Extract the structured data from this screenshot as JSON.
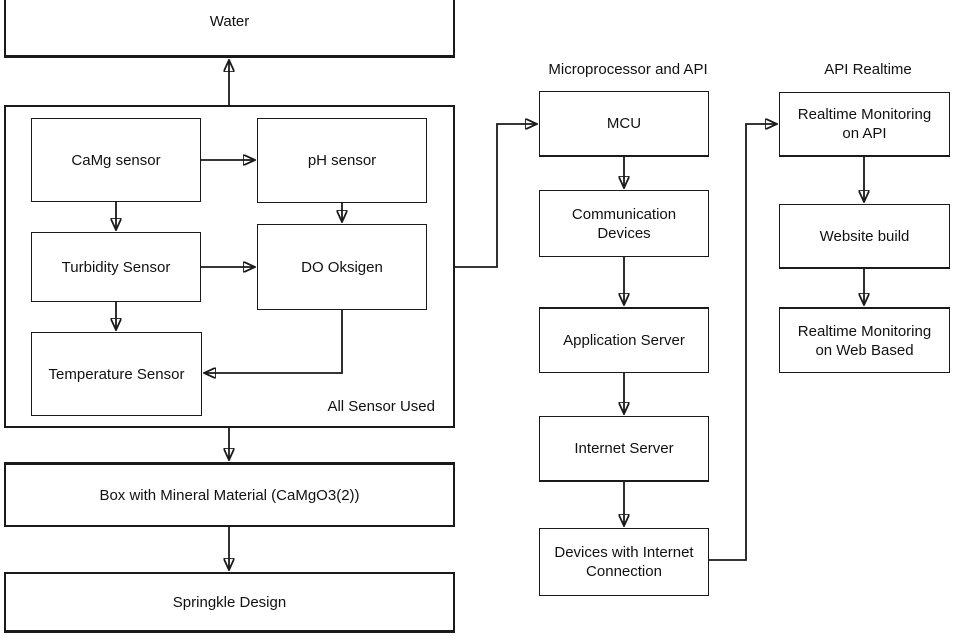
{
  "diagram": {
    "titles": {
      "middle_column": "Microprocessor and API",
      "right_column": "API Realtime"
    },
    "nodes": {
      "water": "Water",
      "camg_sensor": "CaMg sensor",
      "ph_sensor": "pH sensor",
      "turbidity_sensor": "Turbidity Sensor",
      "do_oksigen": "DO Oksigen",
      "temperature_sensor": "Temperature Sensor",
      "sensor_group_caption": "All Sensor Used",
      "mineral_box": "Box with Mineral Material (CaMgO3(2))",
      "springkle_design": "Springkle Design",
      "mcu": "MCU",
      "communication_devices": "Communication Devices",
      "application_server": "Application Server",
      "internet_server": "Internet Server",
      "devices_with_internet": "Devices with Internet Connection",
      "realtime_monitoring_api": "Realtime Monitoring on API",
      "website_build": "Website build",
      "realtime_monitoring_web": "Realtime Monitoring on Web Based"
    },
    "edges": [
      {
        "from": "sensor_group",
        "to": "water"
      },
      {
        "from": "camg_sensor",
        "to": "ph_sensor"
      },
      {
        "from": "camg_sensor",
        "to": "turbidity_sensor"
      },
      {
        "from": "ph_sensor",
        "to": "do_oksigen"
      },
      {
        "from": "turbidity_sensor",
        "to": "do_oksigen"
      },
      {
        "from": "turbidity_sensor",
        "to": "temperature_sensor"
      },
      {
        "from": "do_oksigen",
        "to": "temperature_sensor"
      },
      {
        "from": "sensor_group",
        "to": "mcu"
      },
      {
        "from": "sensor_group",
        "to": "mineral_box"
      },
      {
        "from": "mineral_box",
        "to": "springkle_design"
      },
      {
        "from": "mcu",
        "to": "communication_devices"
      },
      {
        "from": "communication_devices",
        "to": "application_server"
      },
      {
        "from": "application_server",
        "to": "internet_server"
      },
      {
        "from": "internet_server",
        "to": "devices_with_internet"
      },
      {
        "from": "devices_with_internet",
        "to": "realtime_monitoring_api"
      },
      {
        "from": "realtime_monitoring_api",
        "to": "website_build"
      },
      {
        "from": "website_build",
        "to": "realtime_monitoring_web"
      }
    ],
    "colors": {
      "background": "#ffffff",
      "line": "#1a1a1a",
      "box_border": "#1a1a1a",
      "text": "#111111"
    }
  }
}
